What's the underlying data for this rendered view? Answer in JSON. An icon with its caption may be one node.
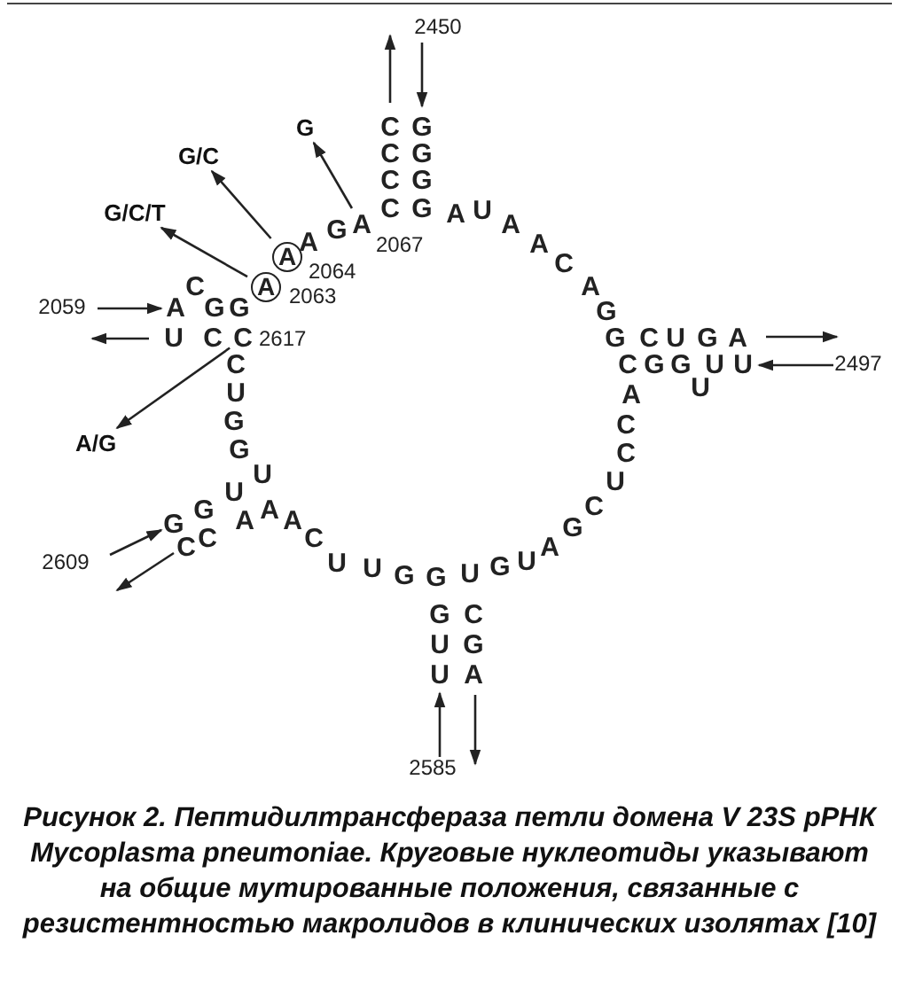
{
  "diagram": {
    "caption": "Рисунок 2. Пептидилтрансфераза петли домена V 23S рРНК Mycoplasma pneumoniae. Круговые нуклеотиды указывают на общие мутированные положения, связанные с резистентностью макролидов в клинических изолятах [10]",
    "nodes": [
      {
        "text": [
          "G/C/T"
        ]
      },
      {
        "text": [
          "G/C"
        ]
      },
      {
        "text": [
          "G"
        ]
      },
      {
        "text": [
          "A/G"
        ]
      },
      {
        "text": [
          "A"
        ],
        "beside": [
          "2063"
        ]
      },
      {
        "text": [
          "A"
        ],
        "beside": [
          "2064"
        ]
      },
      {
        "text": [
          "A"
        ],
        "beside": [
          "2067"
        ]
      },
      {
        "text": [
          "C"
        ],
        "beside": [
          "2617"
        ]
      }
    ],
    "edges": [
      {
        "from": 4,
        "to": 0,
        "arrow": "to"
      },
      {
        "from": 5,
        "to": 1,
        "arrow": "to"
      },
      {
        "from": 6,
        "to": 2,
        "arrow": "to"
      },
      {
        "from": 7,
        "to": 3,
        "arrow": "to"
      }
    ],
    "labels": [
      "2450",
      "2059",
      "2497",
      "2609",
      "2585",
      "A",
      "C",
      "G",
      "G",
      "A",
      "G",
      "C",
      "C",
      "C",
      "C",
      "G",
      "G",
      "G",
      "G",
      "A",
      "U",
      "A",
      "A",
      "C",
      "A",
      "G",
      "G",
      "C",
      "U",
      "G",
      "A",
      "U",
      "U",
      "U",
      "G",
      "G",
      "C",
      "A",
      "C",
      "C",
      "U",
      "C",
      "G",
      "A",
      "U",
      "G",
      "U",
      "C",
      "G",
      "A",
      "U",
      "U",
      "G",
      "G",
      "G",
      "U",
      "U",
      "C",
      "A",
      "A",
      "A",
      "C",
      "C",
      "G",
      "G",
      "U",
      "U",
      "G",
      "G",
      "U",
      "C",
      "C",
      "U"
    ]
  }
}
